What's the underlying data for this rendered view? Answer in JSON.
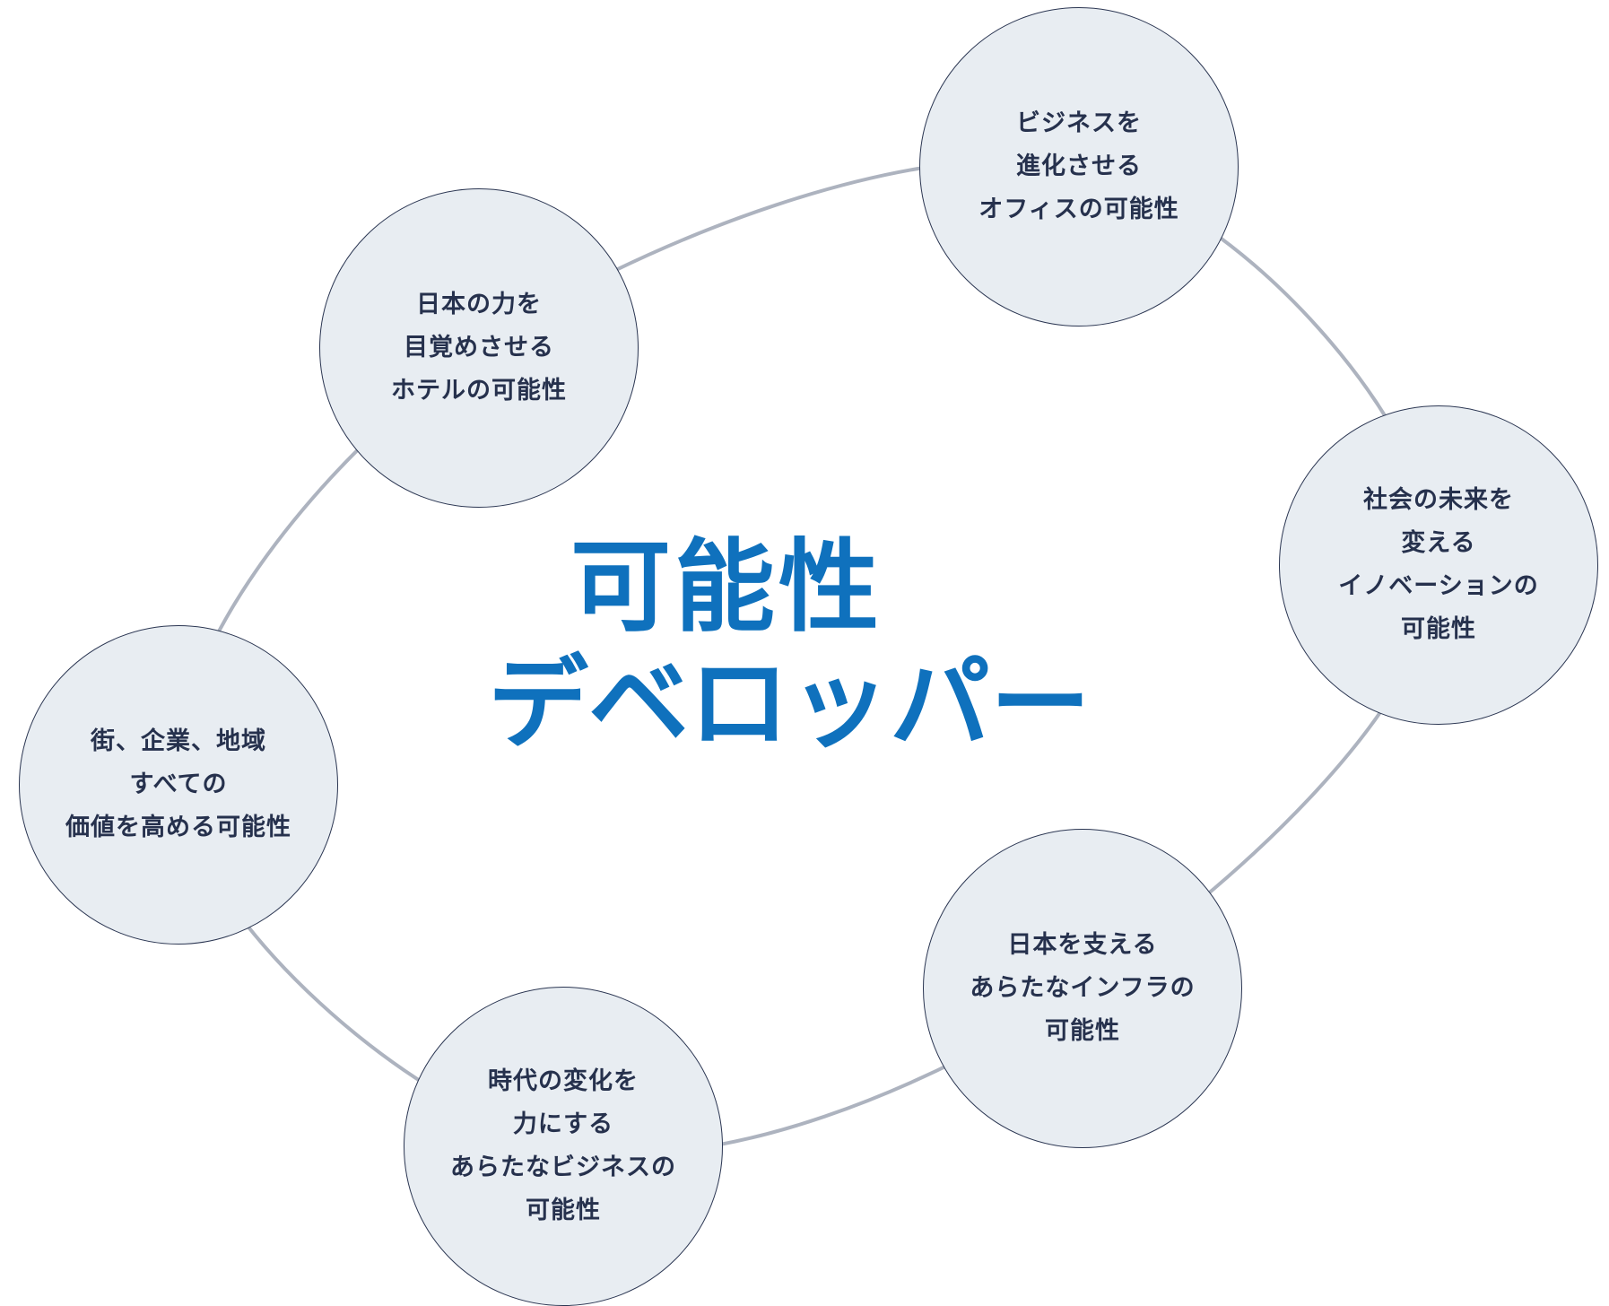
{
  "title": {
    "line1": "可能性",
    "line2": "デベロッパー",
    "color": "#0f71bd"
  },
  "nodes": [
    {
      "lines": [
        "ビジネスを",
        "進化させる",
        "オフィスの可能性"
      ]
    },
    {
      "lines": [
        "社会の未来を",
        "変える",
        "イノベーションの",
        "可能性"
      ]
    },
    {
      "lines": [
        "日本を支える",
        "あらたなインフラの",
        "可能性"
      ]
    },
    {
      "lines": [
        "時代の変化を",
        "力にする",
        "あらたなビジネスの",
        "可能性"
      ]
    },
    {
      "lines": [
        "街、企業、地域",
        "すべての",
        "価値を高める可能性"
      ]
    },
    {
      "lines": [
        "日本の力を",
        "目覚めさせる",
        "ホテルの可能性"
      ]
    }
  ],
  "colors": {
    "node_fill": "#e8edf2",
    "node_border": "#2b3652",
    "connector": "#adb3bf",
    "text": "#26314d"
  }
}
